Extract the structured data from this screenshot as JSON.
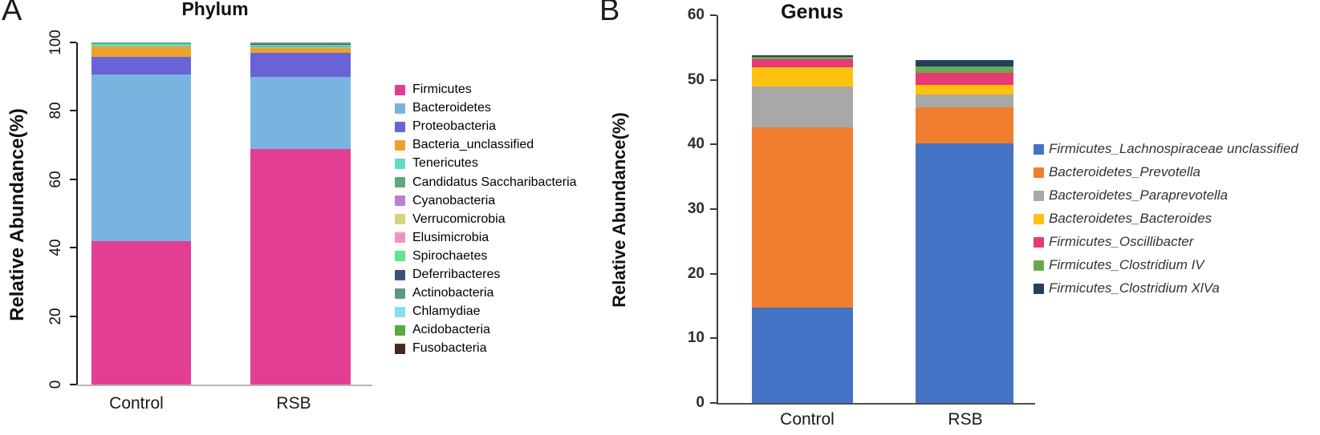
{
  "chart_data": [
    {
      "id": "A",
      "panel_label": "A",
      "type": "bar",
      "stacked": true,
      "title": "Phylum",
      "xlabel": "",
      "ylabel": "Relative Abundance(%)",
      "categories": [
        "Control",
        "RSB"
      ],
      "ylim": [
        0,
        100
      ],
      "yticks": [
        0,
        20,
        40,
        60,
        80,
        100
      ],
      "grid": false,
      "legend_position": "right",
      "series": [
        {
          "name": "Firmicutes",
          "color": "#e23e93",
          "values": [
            42.0,
            68.8
          ]
        },
        {
          "name": "Bacteroidetes",
          "color": "#79b4e0",
          "values": [
            48.6,
            21.2
          ]
        },
        {
          "name": "Proteobacteria",
          "color": "#6a63d8",
          "values": [
            5.1,
            7.0
          ]
        },
        {
          "name": "Bacteria_unclassified",
          "color": "#eca32d",
          "values": [
            3.1,
            1.6
          ]
        },
        {
          "name": "Tenericutes",
          "color": "#5fdcc3",
          "values": [
            0.7,
            0.15
          ]
        },
        {
          "name": "Candidatus Saccharibacteria",
          "color": "#63a878",
          "values": [
            0.5,
            0.4
          ]
        },
        {
          "name": "Cyanobacteria",
          "color": "#bf7fd8",
          "values": [
            0,
            0
          ]
        },
        {
          "name": "Verrucomicrobia",
          "color": "#d9d27f",
          "values": [
            0,
            0.25
          ]
        },
        {
          "name": "Elusimicrobia",
          "color": "#ef93be",
          "values": [
            0,
            0
          ]
        },
        {
          "name": "Spirochaetes",
          "color": "#59e98c",
          "values": [
            0,
            0
          ]
        },
        {
          "name": "Deferribacteres",
          "color": "#3e5077",
          "values": [
            0,
            0.2
          ]
        },
        {
          "name": "Actinobacteria",
          "color": "#5b9a89",
          "values": [
            0,
            0.4
          ]
        },
        {
          "name": "Chlamydiae",
          "color": "#82dff0",
          "values": [
            0,
            0
          ]
        },
        {
          "name": "Acidobacteria",
          "color": "#5aa743",
          "values": [
            0,
            0
          ]
        },
        {
          "name": "Fusobacteria",
          "color": "#4d2621",
          "values": [
            0,
            0
          ]
        }
      ]
    },
    {
      "id": "B",
      "panel_label": "B",
      "type": "bar",
      "stacked": true,
      "title": "Genus",
      "xlabel": "",
      "ylabel": "Relative Abundance(%)",
      "categories": [
        "Control",
        "RSB"
      ],
      "ylim": [
        0,
        60
      ],
      "yticks": [
        0,
        10,
        20,
        30,
        40,
        50,
        60
      ],
      "grid": false,
      "legend_position": "right",
      "series": [
        {
          "name": "Firmicutes_Lachnospiraceae unclassified",
          "color": "#4472c4",
          "values": [
            14.7,
            40.2
          ]
        },
        {
          "name": "Bacteroidetes_Prevotella",
          "color": "#f07e2e",
          "values": [
            27.9,
            5.5
          ]
        },
        {
          "name": "Bacteroidetes_Paraprevotella",
          "color": "#a8a8a8",
          "values": [
            6.4,
            2.0
          ]
        },
        {
          "name": "Bacteroidetes_Bacteroides",
          "color": "#fec20f",
          "values": [
            2.9,
            1.5
          ]
        },
        {
          "name": "Firmicutes_Oscillibacter",
          "color": "#e73a76",
          "values": [
            1.3,
            1.9
          ]
        },
        {
          "name": "Firmicutes_Clostridium IV",
          "color": "#6da84e",
          "values": [
            0.3,
            1.0
          ]
        },
        {
          "name": "Firmicutes_Clostridium XlVa",
          "color": "#24405c",
          "values": [
            0.3,
            0.9
          ]
        }
      ]
    }
  ]
}
